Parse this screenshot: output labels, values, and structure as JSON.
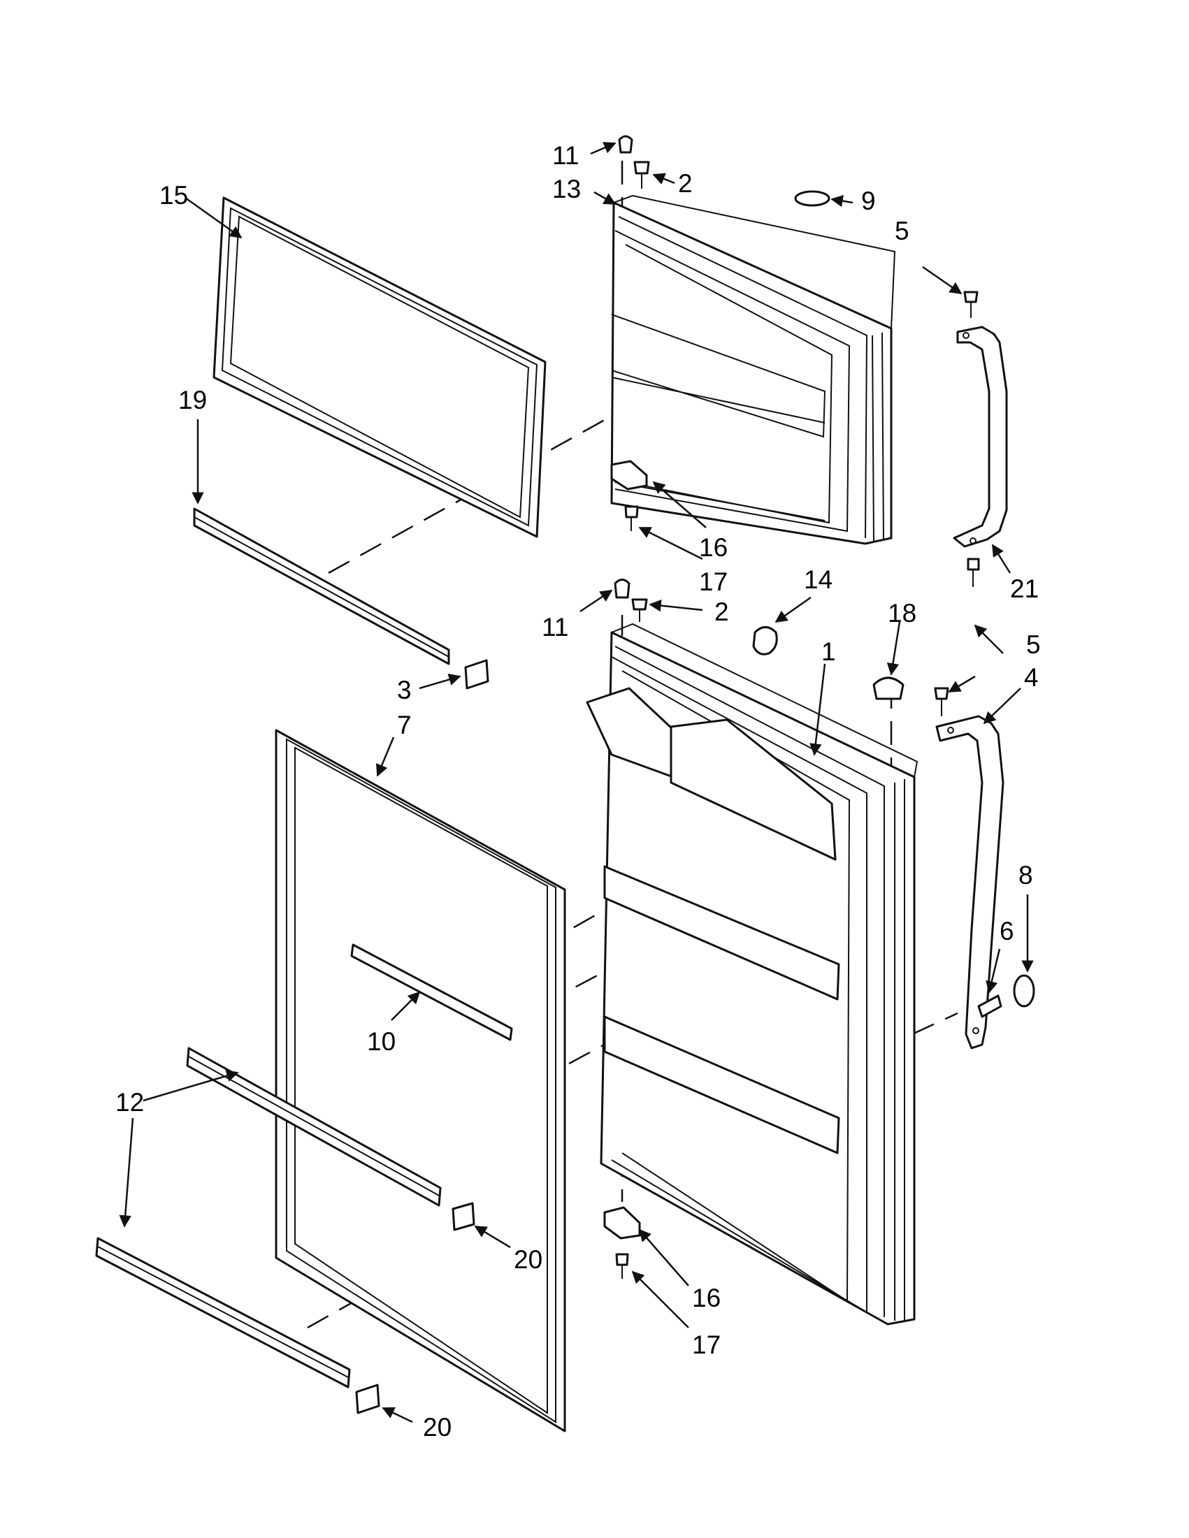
{
  "callouts": [
    {
      "id": "c11a",
      "text": "11"
    },
    {
      "id": "c2a",
      "text": "2"
    },
    {
      "id": "c13",
      "text": "13"
    },
    {
      "id": "c9",
      "text": "9"
    },
    {
      "id": "c15",
      "text": "15"
    },
    {
      "id": "c5a",
      "text": "5"
    },
    {
      "id": "c19",
      "text": "19"
    },
    {
      "id": "c16a",
      "text": "16"
    },
    {
      "id": "c17a",
      "text": "17"
    },
    {
      "id": "c21",
      "text": "21"
    },
    {
      "id": "c14",
      "text": "14"
    },
    {
      "id": "c11b",
      "text": "11"
    },
    {
      "id": "c2b",
      "text": "2"
    },
    {
      "id": "c18",
      "text": "18"
    },
    {
      "id": "c5b",
      "text": "5"
    },
    {
      "id": "c1",
      "text": "1"
    },
    {
      "id": "c3",
      "text": "3"
    },
    {
      "id": "c4",
      "text": "4"
    },
    {
      "id": "c7",
      "text": "7"
    },
    {
      "id": "c8",
      "text": "8"
    },
    {
      "id": "c6",
      "text": "6"
    },
    {
      "id": "c10",
      "text": "10"
    },
    {
      "id": "c12",
      "text": "12"
    },
    {
      "id": "c20a",
      "text": "20"
    },
    {
      "id": "c16b",
      "text": "16"
    },
    {
      "id": "c17b",
      "text": "17"
    },
    {
      "id": "c20b",
      "text": "20"
    }
  ]
}
